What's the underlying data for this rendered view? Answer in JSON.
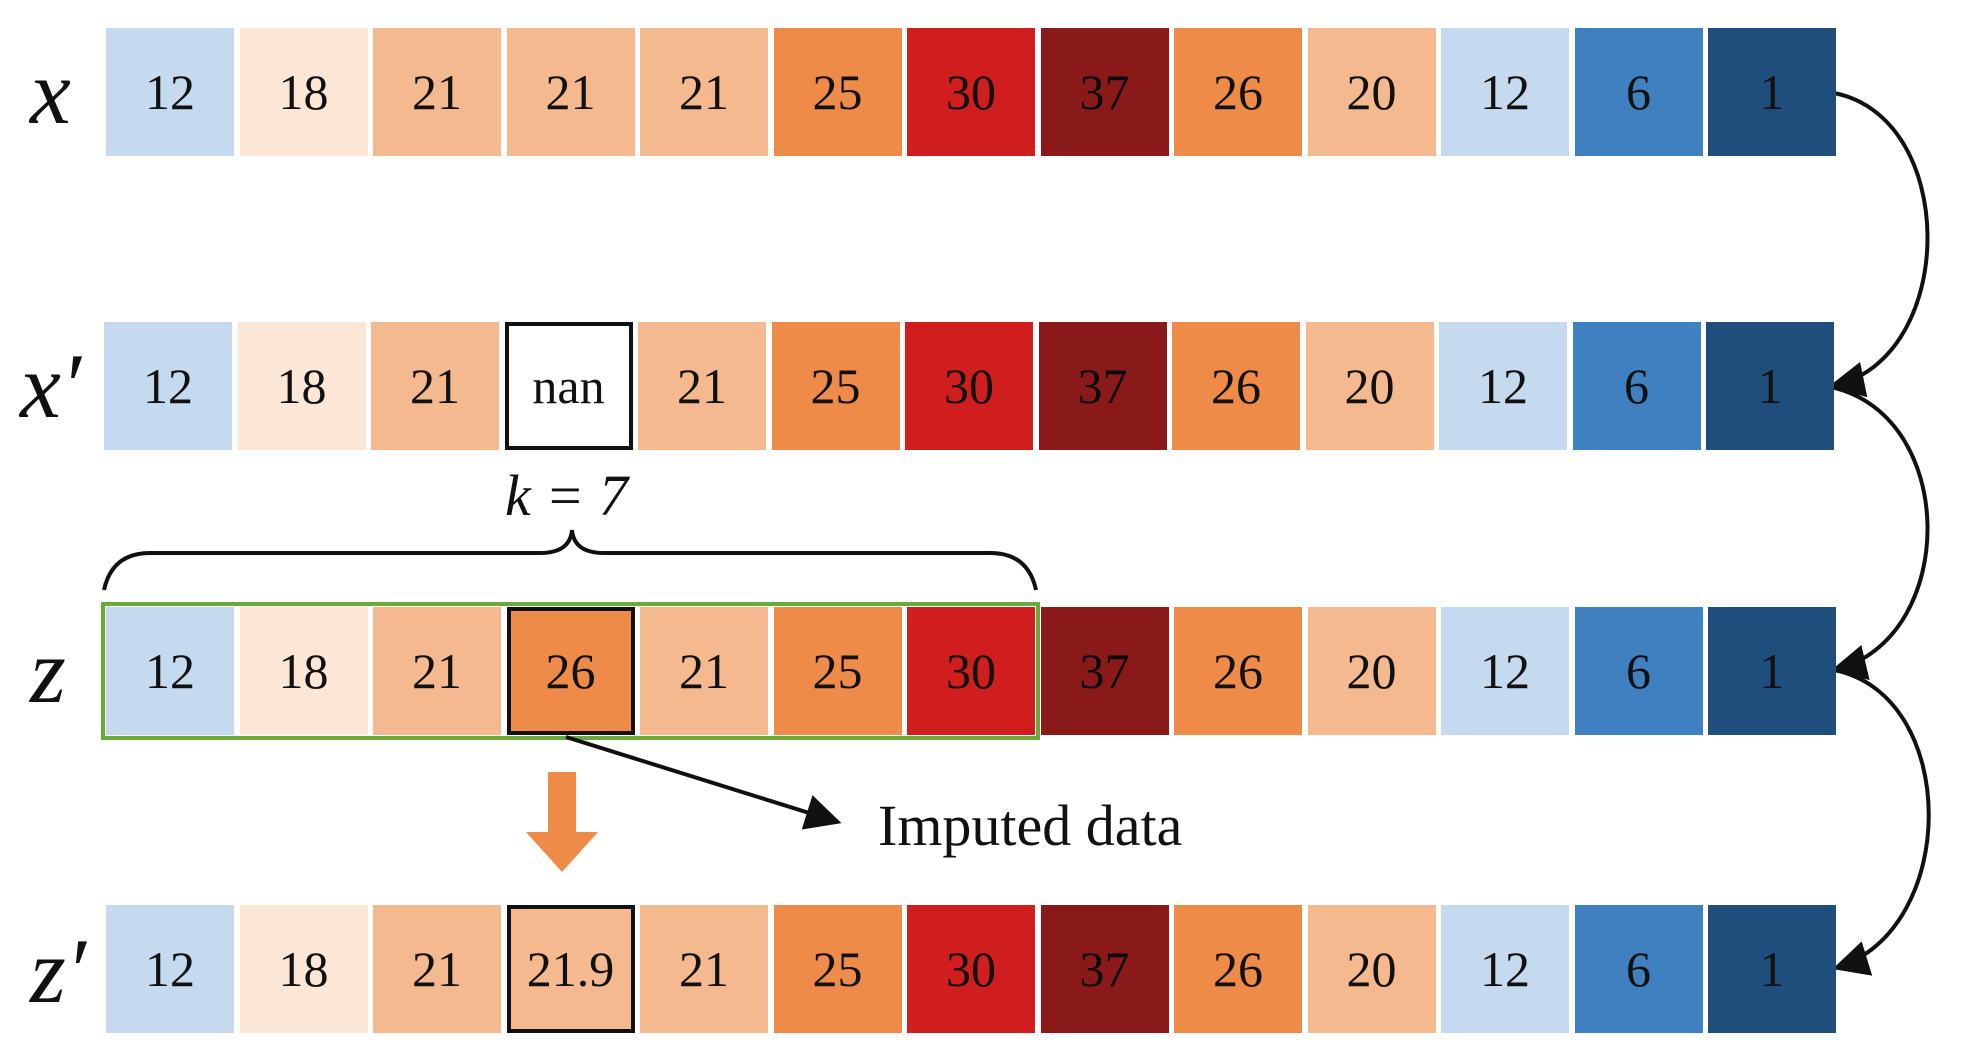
{
  "rows": [
    {
      "id": "x",
      "label": "x",
      "values": [
        "12",
        "18",
        "21",
        "21",
        "21",
        "25",
        "30",
        "37",
        "26",
        "20",
        "12",
        "6",
        "1"
      ],
      "colors": [
        "#c5daee",
        "#fce6d6",
        "#f4b98f",
        "#f4b98f",
        "#f4b98f",
        "#ee8b48",
        "#d01e1e",
        "#8a1a1a",
        "#ee8b48",
        "#f4b98f",
        "#c5daee",
        "#3e80c0",
        "#1f4e7d"
      ]
    },
    {
      "id": "x-prime",
      "label": "x′",
      "values": [
        "12",
        "18",
        "21",
        "nan",
        "21",
        "25",
        "30",
        "37",
        "26",
        "20",
        "12",
        "6",
        "1"
      ],
      "colors": [
        "#c5daee",
        "#fce6d6",
        "#f4b98f",
        "#ffffff",
        "#f4b98f",
        "#ee8b48",
        "#d01e1e",
        "#8a1a1a",
        "#ee8b48",
        "#f4b98f",
        "#c5daee",
        "#3e80c0",
        "#1f4e7d"
      ],
      "missing_index": 3
    },
    {
      "id": "z",
      "label": "z",
      "values": [
        "12",
        "18",
        "21",
        "26",
        "21",
        "25",
        "30",
        "37",
        "26",
        "20",
        "12",
        "6",
        "1"
      ],
      "colors": [
        "#c5daee",
        "#fce6d6",
        "#f4b98f",
        "#ee8b48",
        "#f4b98f",
        "#ee8b48",
        "#d01e1e",
        "#8a1a1a",
        "#ee8b48",
        "#f4b98f",
        "#c5daee",
        "#3e80c0",
        "#1f4e7d"
      ],
      "marked_index": 3
    },
    {
      "id": "z-prime",
      "label": "z′",
      "values": [
        "12",
        "18",
        "21",
        "21.9",
        "21",
        "25",
        "30",
        "37",
        "26",
        "20",
        "12",
        "6",
        "1"
      ],
      "colors": [
        "#c5daee",
        "#fce6d6",
        "#f4b98f",
        "#f4b98f",
        "#f4b98f",
        "#ee8b48",
        "#d01e1e",
        "#8a1a1a",
        "#ee8b48",
        "#f4b98f",
        "#c5daee",
        "#3e80c0",
        "#1f4e7d"
      ],
      "marked_index": 3
    }
  ],
  "window": {
    "label": "k = 7",
    "size": 7,
    "color": "#6aaa3a"
  },
  "annotation": {
    "imputed_label": "Imputed data"
  },
  "colors": {
    "orange_arrow": "#ee8b48",
    "black": "#111111"
  }
}
